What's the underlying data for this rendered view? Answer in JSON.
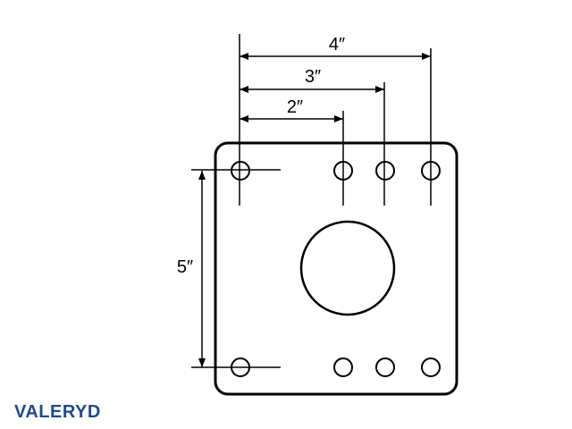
{
  "diagram": {
    "dimensions": {
      "dim_4": "4″",
      "dim_3": "3″",
      "dim_2": "2″",
      "dim_5": "5″"
    }
  },
  "brand": {
    "logo_text": "VALERYD",
    "color": "#1e4a8a"
  },
  "colors": {
    "line": "#000000",
    "background": "#ffffff"
  }
}
